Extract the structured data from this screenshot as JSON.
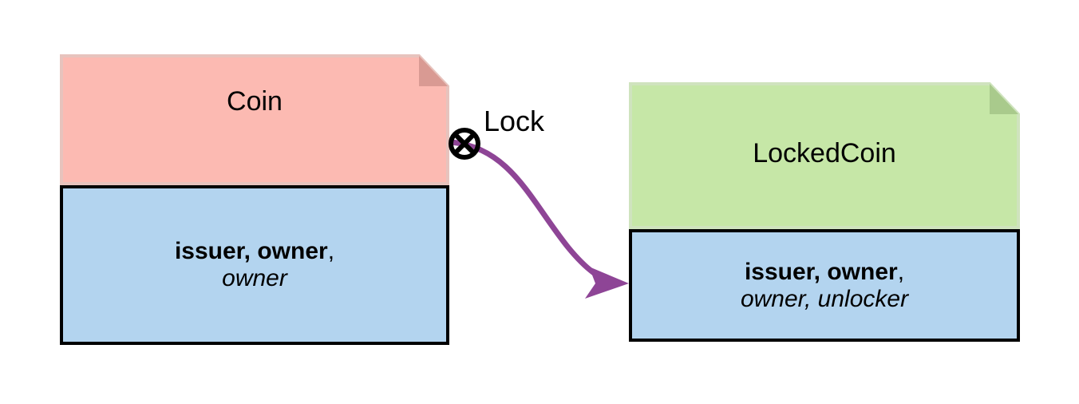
{
  "diagram": {
    "type": "uml-note-dependency",
    "background": "#ffffff",
    "title_font_size": "34px",
    "attr_font_size": "30px",
    "label_font_size": "34px"
  },
  "palette": {
    "coin_fill": "#fcbab2",
    "coin_fold": "#d99a93",
    "coin_stroke": "#e7c3bd",
    "lockedcoin_fill": "#c6e7a7",
    "lockedcoin_fold": "#a9ca8c",
    "lockedcoin_stroke": "#cfe3be",
    "attribute_fill": "#b3d4ef",
    "attribute_stroke": "#000000",
    "edge_color": "#8e4596",
    "marker_stroke": "#000000",
    "text_color": "#000000"
  },
  "nodes": [
    {
      "id": "coin",
      "name": "Coin",
      "title": "Coin",
      "attributes": {
        "line1_bold": "issuer, owner",
        "line1_trailing": ",",
        "line2_italic": "owner"
      }
    },
    {
      "id": "lockedcoin",
      "name": "LockedCoin",
      "title": "LockedCoin",
      "attributes": {
        "line1_bold": "issuer, owner",
        "line1_trailing": ",",
        "line2_italic": "owner, unlocker"
      }
    }
  ],
  "edges": [
    {
      "id": "lock-edge",
      "label": "Lock",
      "source": "coin",
      "target": "lockedcoin",
      "source_marker": "circle-x",
      "target_marker": "filled-arrow",
      "style": "curved"
    }
  ]
}
